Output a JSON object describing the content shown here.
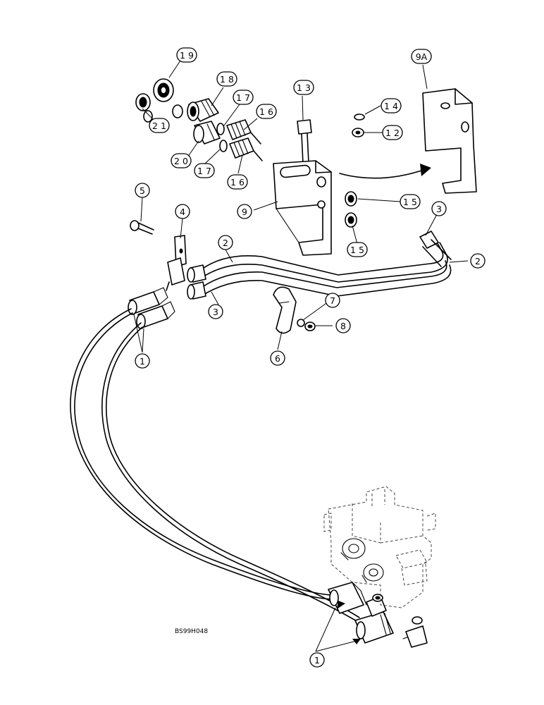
{
  "diagram": {
    "reference_code": "BS99H048"
  },
  "callouts": [
    {
      "id": "c19",
      "label": "1 9"
    },
    {
      "id": "c9a",
      "label": "9A"
    },
    {
      "id": "c18",
      "label": "1 8"
    },
    {
      "id": "c17a",
      "label": "1 7"
    },
    {
      "id": "c13",
      "label": "1 3"
    },
    {
      "id": "c14",
      "label": "1 4"
    },
    {
      "id": "c21",
      "label": "2 1"
    },
    {
      "id": "c16a",
      "label": "1 6"
    },
    {
      "id": "c12",
      "label": "1 2"
    },
    {
      "id": "c20",
      "label": "2 0"
    },
    {
      "id": "c17b",
      "label": "1 7"
    },
    {
      "id": "c16b",
      "label": "1 6"
    },
    {
      "id": "c5",
      "label": "5"
    },
    {
      "id": "c4",
      "label": "4"
    },
    {
      "id": "c15a",
      "label": "1 5"
    },
    {
      "id": "c9",
      "label": "9"
    },
    {
      "id": "c3a",
      "label": "3"
    },
    {
      "id": "c2a",
      "label": "2"
    },
    {
      "id": "c15b",
      "label": "1 5"
    },
    {
      "id": "c2b",
      "label": "2"
    },
    {
      "id": "c7",
      "label": "7"
    },
    {
      "id": "c3b",
      "label": "3"
    },
    {
      "id": "c8",
      "label": "8"
    },
    {
      "id": "c6",
      "label": "6"
    },
    {
      "id": "c1a",
      "label": "1"
    },
    {
      "id": "c1b",
      "label": "1"
    }
  ]
}
